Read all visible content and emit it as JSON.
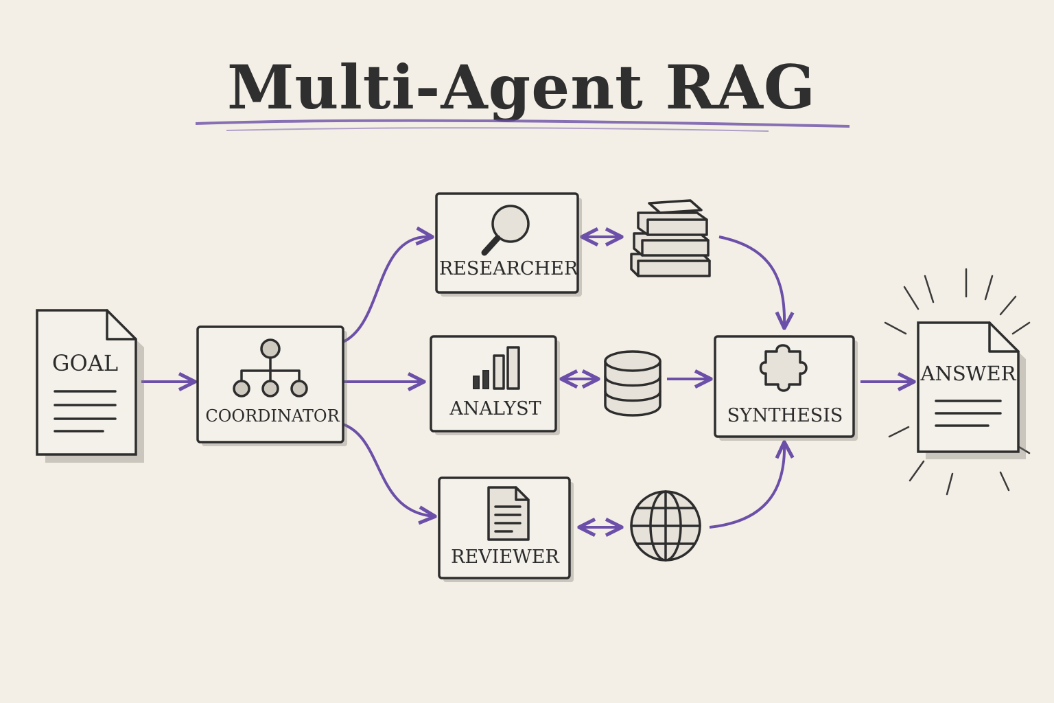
{
  "title": "Multi-Agent RAG",
  "nodes": {
    "goal": "GOAL",
    "coordinator": "COORDINATOR",
    "researcher": "RESEARCHER",
    "analyst": "ANALYST",
    "reviewer": "REVIEWER",
    "synthesis": "SYNTHESIS",
    "answer": "ANSWER"
  },
  "icons": {
    "coordinator": "hierarchy-icon",
    "researcher": "magnifier-icon",
    "analyst": "bar-chart-icon",
    "reviewer": "document-icon",
    "synthesis": "puzzle-icon",
    "knowledge_books": "books-icon",
    "database": "database-icon",
    "web": "globe-icon"
  },
  "colors": {
    "paper": "#f3efe6",
    "ink": "#2d2d2d",
    "arrow": "#6b4fa8"
  }
}
